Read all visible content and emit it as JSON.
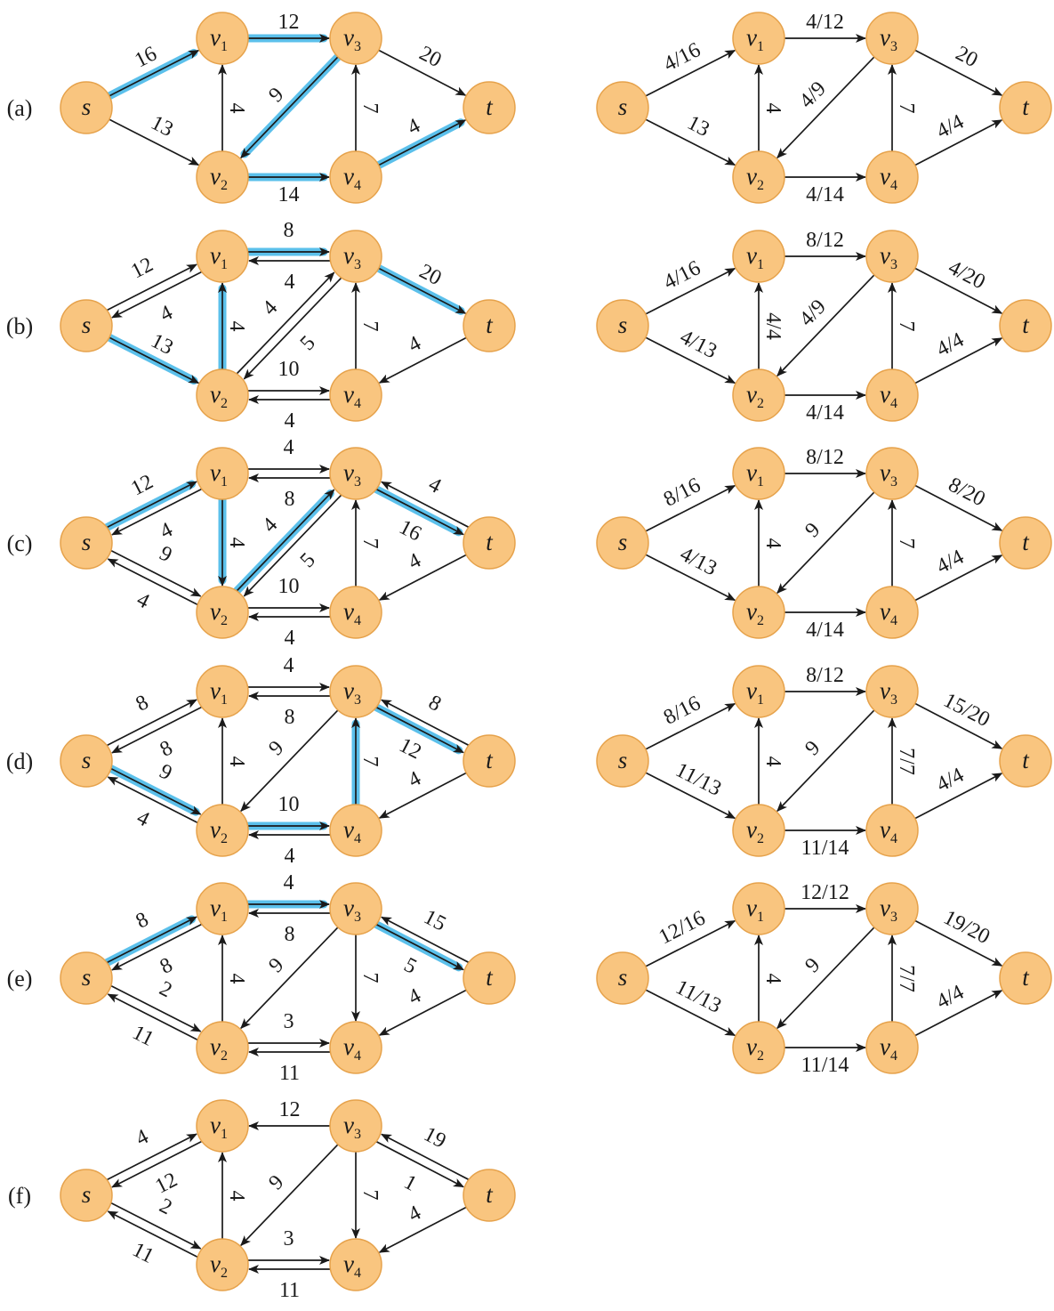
{
  "node_names": {
    "s": {
      "base": "s",
      "sub": ""
    },
    "v1": {
      "base": "v",
      "sub": "1"
    },
    "v2": {
      "base": "v",
      "sub": "2"
    },
    "v3": {
      "base": "v",
      "sub": "3"
    },
    "v4": {
      "base": "v",
      "sub": "4"
    },
    "t": {
      "base": "t",
      "sub": ""
    }
  },
  "colors": {
    "node_fill": "#f9c57f",
    "node_stroke": "#e6a24b",
    "highlight": "#5bc0eb",
    "edge": "#1a1a1a"
  },
  "panels": [
    {
      "label": "(a)",
      "residual": {
        "edges": [
          {
            "from": "s",
            "to": "v1",
            "label": "16",
            "path": true
          },
          {
            "from": "s",
            "to": "v2",
            "label": "13"
          },
          {
            "from": "v1",
            "to": "v3",
            "label": "12",
            "path": true
          },
          {
            "from": "v2",
            "to": "v1",
            "label": "4"
          },
          {
            "from": "v3",
            "to": "v2",
            "label": "9",
            "path": true
          },
          {
            "from": "v2",
            "to": "v4",
            "label": "14",
            "path": true
          },
          {
            "from": "v4",
            "to": "v3",
            "label": "7"
          },
          {
            "from": "v3",
            "to": "t",
            "label": "20"
          },
          {
            "from": "v4",
            "to": "t",
            "label": "4",
            "path": true
          }
        ]
      },
      "flow": {
        "edges": [
          {
            "from": "s",
            "to": "v1",
            "label": "4/16"
          },
          {
            "from": "s",
            "to": "v2",
            "label": "13"
          },
          {
            "from": "v1",
            "to": "v3",
            "label": "4/12"
          },
          {
            "from": "v2",
            "to": "v1",
            "label": "4"
          },
          {
            "from": "v3",
            "to": "v2",
            "label": "4/9"
          },
          {
            "from": "v2",
            "to": "v4",
            "label": "4/14"
          },
          {
            "from": "v4",
            "to": "v3",
            "label": "7"
          },
          {
            "from": "v3",
            "to": "t",
            "label": "20"
          },
          {
            "from": "v4",
            "to": "t",
            "label": "4/4"
          }
        ]
      }
    },
    {
      "label": "(b)",
      "residual": {
        "edges": [
          {
            "from": "s",
            "to": "v1",
            "label": "12"
          },
          {
            "from": "v1",
            "to": "s",
            "label": "4"
          },
          {
            "from": "s",
            "to": "v2",
            "label": "13",
            "path": true
          },
          {
            "from": "v1",
            "to": "v3",
            "label": "8",
            "path": true
          },
          {
            "from": "v3",
            "to": "v1",
            "label": "4"
          },
          {
            "from": "v2",
            "to": "v1",
            "label": "4",
            "path": true
          },
          {
            "from": "v2",
            "to": "v3",
            "label": "4"
          },
          {
            "from": "v3",
            "to": "v2",
            "label": "5"
          },
          {
            "from": "v2",
            "to": "v4",
            "label": "10"
          },
          {
            "from": "v4",
            "to": "v2",
            "label": "4"
          },
          {
            "from": "v4",
            "to": "v3",
            "label": "7"
          },
          {
            "from": "v3",
            "to": "t",
            "label": "20",
            "path": true
          },
          {
            "from": "t",
            "to": "v4",
            "label": "4"
          }
        ]
      },
      "flow": {
        "edges": [
          {
            "from": "s",
            "to": "v1",
            "label": "4/16"
          },
          {
            "from": "s",
            "to": "v2",
            "label": "4/13"
          },
          {
            "from": "v1",
            "to": "v3",
            "label": "8/12"
          },
          {
            "from": "v2",
            "to": "v1",
            "label": "4/4"
          },
          {
            "from": "v3",
            "to": "v2",
            "label": "4/9"
          },
          {
            "from": "v2",
            "to": "v4",
            "label": "4/14"
          },
          {
            "from": "v4",
            "to": "v3",
            "label": "7"
          },
          {
            "from": "v3",
            "to": "t",
            "label": "4/20"
          },
          {
            "from": "v4",
            "to": "t",
            "label": "4/4"
          }
        ]
      }
    },
    {
      "label": "(c)",
      "residual": {
        "edges": [
          {
            "from": "s",
            "to": "v1",
            "label": "12",
            "path": true
          },
          {
            "from": "v1",
            "to": "s",
            "label": "4"
          },
          {
            "from": "s",
            "to": "v2",
            "label": "9"
          },
          {
            "from": "v2",
            "to": "s",
            "label": "4"
          },
          {
            "from": "v1",
            "to": "v3",
            "label": "4"
          },
          {
            "from": "v3",
            "to": "v1",
            "label": "8"
          },
          {
            "from": "v1",
            "to": "v2",
            "label": "4",
            "path": true
          },
          {
            "from": "v2",
            "to": "v3",
            "label": "4",
            "path": true
          },
          {
            "from": "v3",
            "to": "v2",
            "label": "5"
          },
          {
            "from": "v2",
            "to": "v4",
            "label": "10"
          },
          {
            "from": "v4",
            "to": "v2",
            "label": "4"
          },
          {
            "from": "v4",
            "to": "v3",
            "label": "7"
          },
          {
            "from": "v3",
            "to": "t",
            "label": "16",
            "path": true
          },
          {
            "from": "t",
            "to": "v3",
            "label": "4"
          },
          {
            "from": "t",
            "to": "v4",
            "label": "4"
          }
        ]
      },
      "flow": {
        "edges": [
          {
            "from": "s",
            "to": "v1",
            "label": "8/16"
          },
          {
            "from": "s",
            "to": "v2",
            "label": "4/13"
          },
          {
            "from": "v1",
            "to": "v3",
            "label": "8/12"
          },
          {
            "from": "v2",
            "to": "v1",
            "label": "4"
          },
          {
            "from": "v3",
            "to": "v2",
            "label": "9"
          },
          {
            "from": "v2",
            "to": "v4",
            "label": "4/14"
          },
          {
            "from": "v4",
            "to": "v3",
            "label": "7"
          },
          {
            "from": "v3",
            "to": "t",
            "label": "8/20"
          },
          {
            "from": "v4",
            "to": "t",
            "label": "4/4"
          }
        ]
      }
    },
    {
      "label": "(d)",
      "residual": {
        "edges": [
          {
            "from": "s",
            "to": "v1",
            "label": "8"
          },
          {
            "from": "v1",
            "to": "s",
            "label": "8"
          },
          {
            "from": "s",
            "to": "v2",
            "label": "9",
            "path": true
          },
          {
            "from": "v2",
            "to": "s",
            "label": "4"
          },
          {
            "from": "v1",
            "to": "v3",
            "label": "4"
          },
          {
            "from": "v3",
            "to": "v1",
            "label": "8"
          },
          {
            "from": "v2",
            "to": "v1",
            "label": "4"
          },
          {
            "from": "v3",
            "to": "v2",
            "label": "9"
          },
          {
            "from": "v2",
            "to": "v4",
            "label": "10",
            "path": true
          },
          {
            "from": "v4",
            "to": "v2",
            "label": "4"
          },
          {
            "from": "v4",
            "to": "v3",
            "label": "7",
            "path": true
          },
          {
            "from": "v3",
            "to": "t",
            "label": "12",
            "path": true
          },
          {
            "from": "t",
            "to": "v3",
            "label": "8"
          },
          {
            "from": "t",
            "to": "v4",
            "label": "4"
          }
        ]
      },
      "flow": {
        "edges": [
          {
            "from": "s",
            "to": "v1",
            "label": "8/16"
          },
          {
            "from": "s",
            "to": "v2",
            "label": "11/13"
          },
          {
            "from": "v1",
            "to": "v3",
            "label": "8/12"
          },
          {
            "from": "v2",
            "to": "v1",
            "label": "4"
          },
          {
            "from": "v3",
            "to": "v2",
            "label": "9"
          },
          {
            "from": "v2",
            "to": "v4",
            "label": "11/14"
          },
          {
            "from": "v4",
            "to": "v3",
            "label": "7/7"
          },
          {
            "from": "v3",
            "to": "t",
            "label": "15/20"
          },
          {
            "from": "v4",
            "to": "t",
            "label": "4/4"
          }
        ]
      }
    },
    {
      "label": "(e)",
      "residual": {
        "edges": [
          {
            "from": "s",
            "to": "v1",
            "label": "8",
            "path": true
          },
          {
            "from": "v1",
            "to": "s",
            "label": "8"
          },
          {
            "from": "s",
            "to": "v2",
            "label": "2"
          },
          {
            "from": "v2",
            "to": "s",
            "label": "11"
          },
          {
            "from": "v1",
            "to": "v3",
            "label": "4",
            "path": true
          },
          {
            "from": "v3",
            "to": "v1",
            "label": "8"
          },
          {
            "from": "v2",
            "to": "v1",
            "label": "4"
          },
          {
            "from": "v3",
            "to": "v2",
            "label": "9"
          },
          {
            "from": "v2",
            "to": "v4",
            "label": "3"
          },
          {
            "from": "v4",
            "to": "v2",
            "label": "11"
          },
          {
            "from": "v3",
            "to": "v4",
            "label": "7"
          },
          {
            "from": "v3",
            "to": "t",
            "label": "5",
            "path": true
          },
          {
            "from": "t",
            "to": "v3",
            "label": "15"
          },
          {
            "from": "t",
            "to": "v4",
            "label": "4"
          }
        ]
      },
      "flow": {
        "edges": [
          {
            "from": "s",
            "to": "v1",
            "label": "12/16"
          },
          {
            "from": "s",
            "to": "v2",
            "label": "11/13"
          },
          {
            "from": "v1",
            "to": "v3",
            "label": "12/12"
          },
          {
            "from": "v2",
            "to": "v1",
            "label": "4"
          },
          {
            "from": "v3",
            "to": "v2",
            "label": "9"
          },
          {
            "from": "v2",
            "to": "v4",
            "label": "11/14"
          },
          {
            "from": "v4",
            "to": "v3",
            "label": "7/7"
          },
          {
            "from": "v3",
            "to": "t",
            "label": "19/20"
          },
          {
            "from": "v4",
            "to": "t",
            "label": "4/4"
          }
        ]
      }
    },
    {
      "label": "(f)",
      "residual": {
        "edges": [
          {
            "from": "s",
            "to": "v1",
            "label": "4"
          },
          {
            "from": "v1",
            "to": "s",
            "label": "12"
          },
          {
            "from": "s",
            "to": "v2",
            "label": "2"
          },
          {
            "from": "v2",
            "to": "s",
            "label": "11"
          },
          {
            "from": "v3",
            "to": "v1",
            "label": "12"
          },
          {
            "from": "v2",
            "to": "v1",
            "label": "4"
          },
          {
            "from": "v3",
            "to": "v2",
            "label": "9"
          },
          {
            "from": "v2",
            "to": "v4",
            "label": "3"
          },
          {
            "from": "v4",
            "to": "v2",
            "label": "11"
          },
          {
            "from": "v3",
            "to": "v4",
            "label": "7"
          },
          {
            "from": "v3",
            "to": "t",
            "label": "1"
          },
          {
            "from": "t",
            "to": "v3",
            "label": "19"
          },
          {
            "from": "t",
            "to": "v4",
            "label": "4"
          }
        ]
      },
      "flow": null
    }
  ]
}
